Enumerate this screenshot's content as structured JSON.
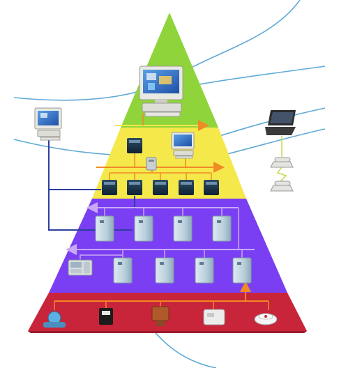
{
  "diagram": {
    "tiers": [
      {
        "id": "management",
        "color": "#8FD43A"
      },
      {
        "id": "automation",
        "color": "#F5E84B"
      },
      {
        "id": "control",
        "color": "#7A3FF2"
      },
      {
        "id": "field",
        "color": "#C8243A"
      }
    ],
    "icons": [
      "computer-workstation-icon",
      "laptop-icon",
      "desk-telephone-icon",
      "modem-icon",
      "controller-module-icon",
      "control-panel-icon",
      "operator-panel-icon",
      "water-meter-icon",
      "energy-meter-icon",
      "valve-actuator-icon",
      "thermostat-icon",
      "smoke-detector-icon"
    ],
    "wire_colors": {
      "orange": "#F08A24",
      "blue": "#2D3F9E",
      "lilac": "#C9A9F5",
      "ring_blue": "#5FA9D6"
    }
  }
}
